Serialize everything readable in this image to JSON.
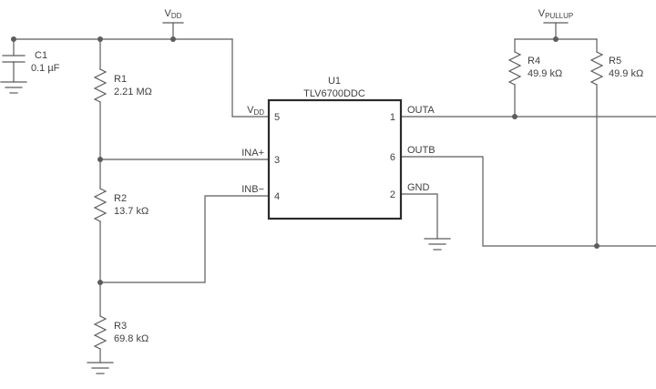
{
  "schematic": {
    "supplies": {
      "vdd_top": {
        "base": "V",
        "sub": "DD"
      },
      "vpullup": {
        "base": "V",
        "sub": "PULLUP"
      }
    },
    "components": {
      "c1": {
        "ref": "C1",
        "value": "0.1 µF"
      },
      "r1": {
        "ref": "R1",
        "value": "2.21 MΩ"
      },
      "r2": {
        "ref": "R2",
        "value": "13.7 kΩ"
      },
      "r3": {
        "ref": "R3",
        "value": "69.8 kΩ"
      },
      "r4": {
        "ref": "R4",
        "value": "49.9 kΩ"
      },
      "r5": {
        "ref": "R5",
        "value": "49.9 kΩ"
      },
      "u1": {
        "ref": "U1",
        "part_number": "TLV6700DDC"
      }
    },
    "ic_pins": {
      "vdd": {
        "label_base": "V",
        "label_sub": "DD",
        "number": "5"
      },
      "ina_plus": {
        "label": "INA+",
        "number": "3"
      },
      "inb_minus": {
        "label": "INB−",
        "number": "4"
      },
      "outa": {
        "label": "OUTA",
        "number": "1"
      },
      "outb": {
        "label": "OUTB",
        "number": "6"
      },
      "gnd": {
        "label": "GND",
        "number": "2"
      }
    }
  },
  "colors": {
    "wire": "#5c5c5c",
    "text": "#3f3f3f",
    "ic-border": "#2b2b2b",
    "background": "#ffffff"
  }
}
